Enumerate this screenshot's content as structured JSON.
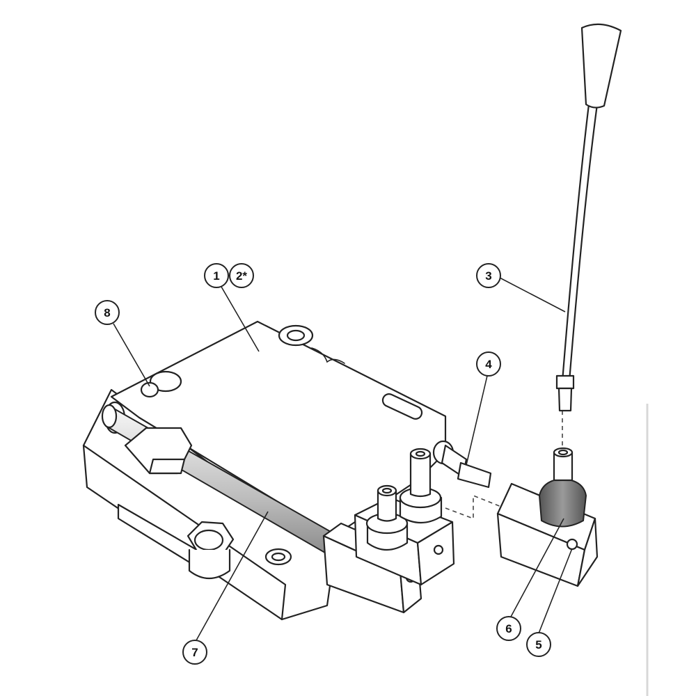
{
  "callouts": {
    "c1": "1",
    "c2": "2*",
    "c3": "3",
    "c4": "4",
    "c5": "5",
    "c6": "6",
    "c7": "7",
    "c8": "8"
  }
}
